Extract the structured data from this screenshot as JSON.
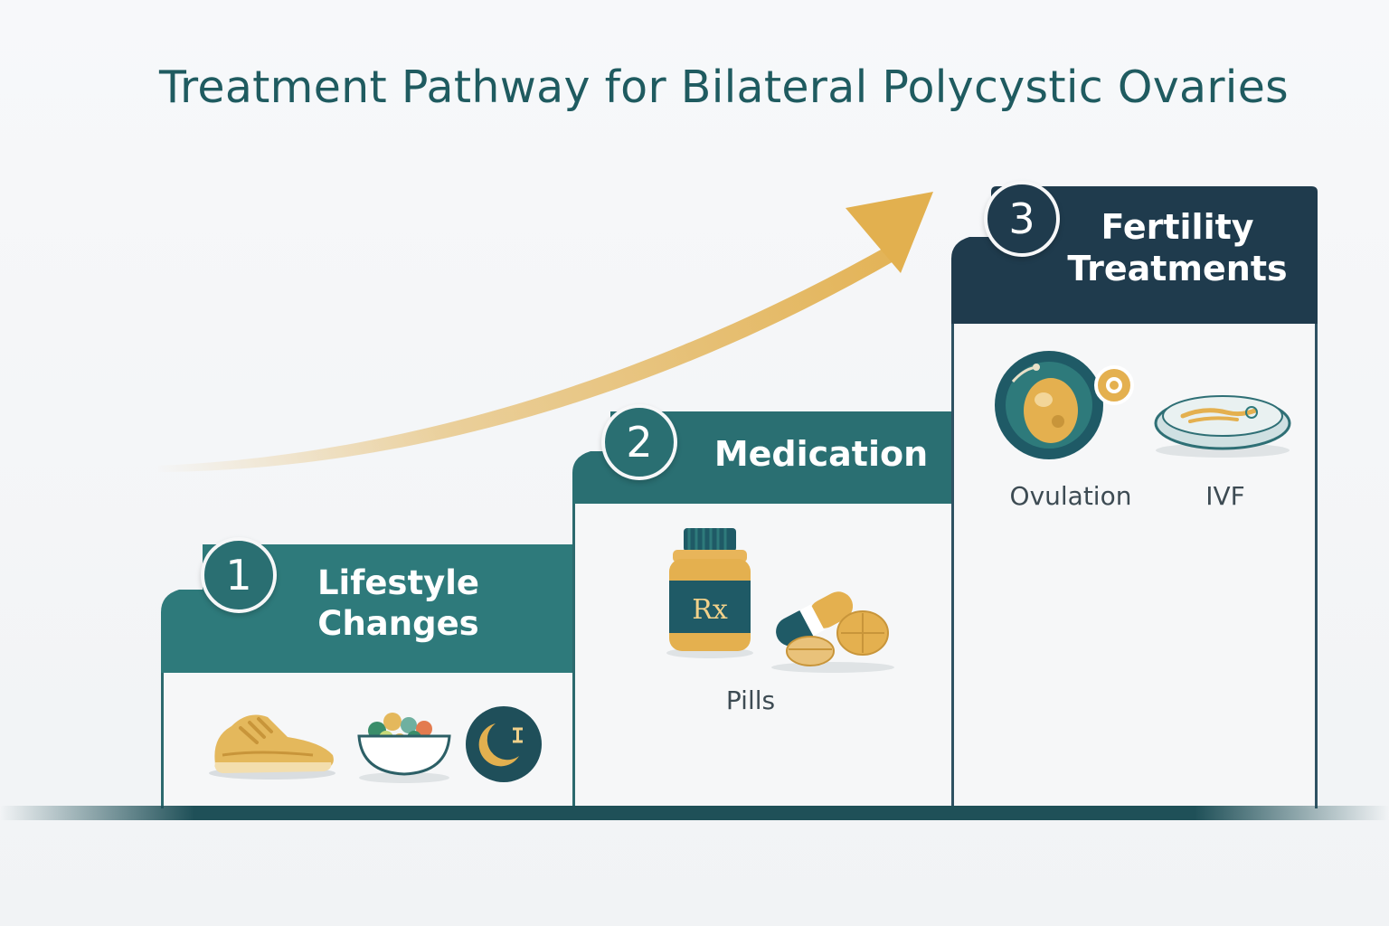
{
  "title": "Treatment Pathway for Bilateral Polycystic Ovaries",
  "colors": {
    "title": "#1f5b60",
    "step1": "#2e7a7b",
    "step2": "#2a6f72",
    "step3": "#1f3b4d",
    "accent_gold": "#e2b04f",
    "ground": "#1f5058"
  },
  "steps": [
    {
      "number": "1",
      "label": "Lifestyle\nChanges",
      "icons": [
        "sneaker-icon",
        "salad-bowl-icon",
        "moon-sleep-icon"
      ]
    },
    {
      "number": "2",
      "label": "Medication",
      "icons": [
        "pill-bottle-icon",
        "pills-icon"
      ],
      "captions": [
        "Pills"
      ]
    },
    {
      "number": "3",
      "label": "Fertility\nTreatments",
      "icons": [
        "egg-cell-icon",
        "petri-dish-icon"
      ],
      "captions": [
        "Ovulation",
        "IVF"
      ]
    }
  ],
  "bottle_label": "Rx"
}
